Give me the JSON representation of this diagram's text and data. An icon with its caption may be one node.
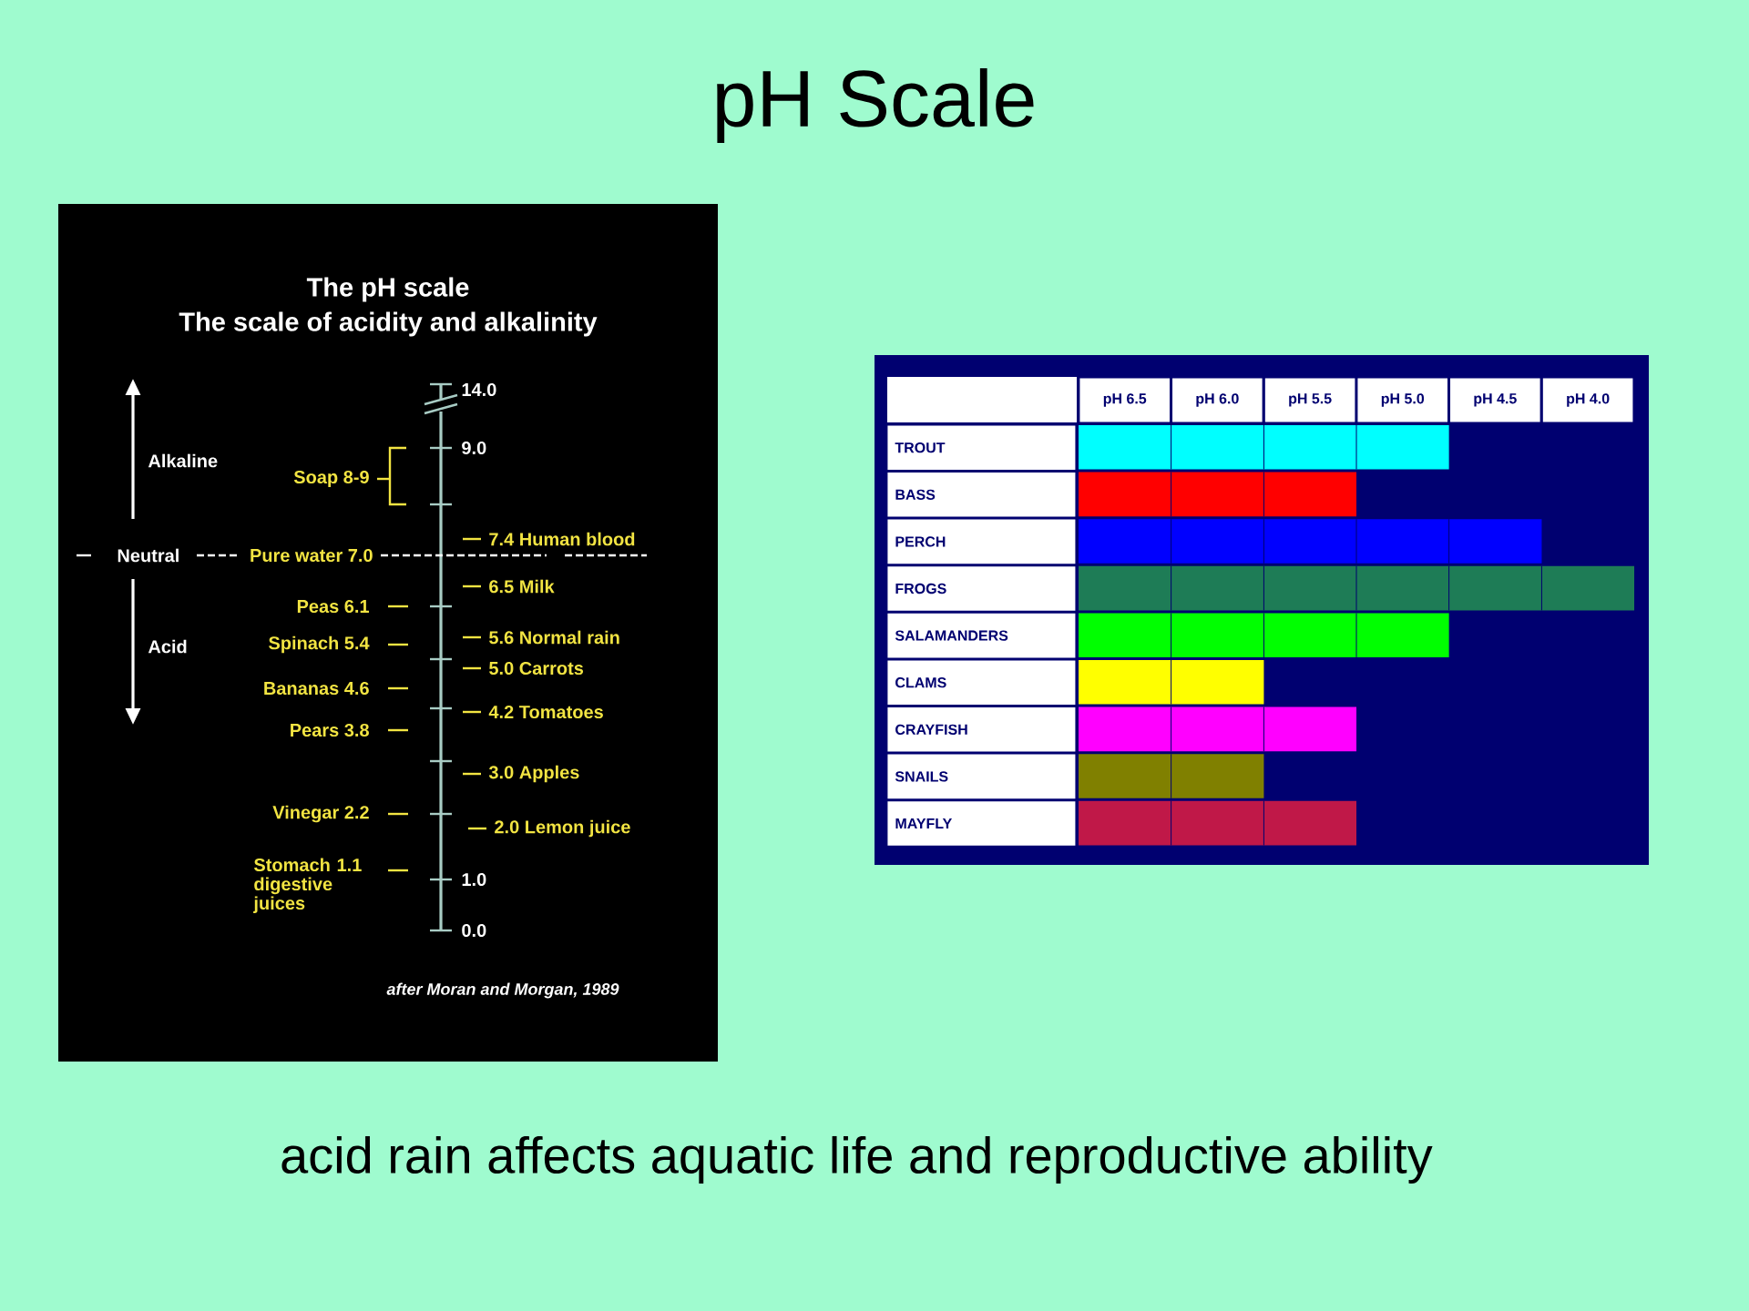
{
  "diagram": {
    "title": "pH Scale",
    "caption": "acid rain affects aquatic life and reproductive ability",
    "labels": [
      "The pH scale",
      "The scale of acidity and alkalinity",
      "14.0",
      "Alkaline",
      "9.0",
      "Soap 8-9",
      "7.4 Human blood",
      "Neutral",
      "Pure water 7.0",
      "6.5 Milk",
      "Peas 6.1",
      "Acid",
      "Spinach 5.4",
      "5.6 Normal rain",
      "5.0 Carrots",
      "Bananas 4.6",
      "4.2 Tomatoes",
      "Pears 3.8",
      "3.0 Apples",
      "Vinegar 2.2",
      "2.0 Lemon juice",
      "Stomach 1.1 digestive juices",
      "1.0",
      "0.0",
      "after Moran and Morgan, 1989",
      "pH 6.5",
      "pH 6.0",
      "pH 5.5",
      "pH 5.0",
      "pH 4.5",
      "pH 4.0",
      "TROUT",
      "BASS",
      "PERCH",
      "FROGS",
      "SALAMANDERS",
      "CLAMS",
      "CRAYFISH",
      "SNAILS",
      "MAYFLY"
    ]
  }
}
